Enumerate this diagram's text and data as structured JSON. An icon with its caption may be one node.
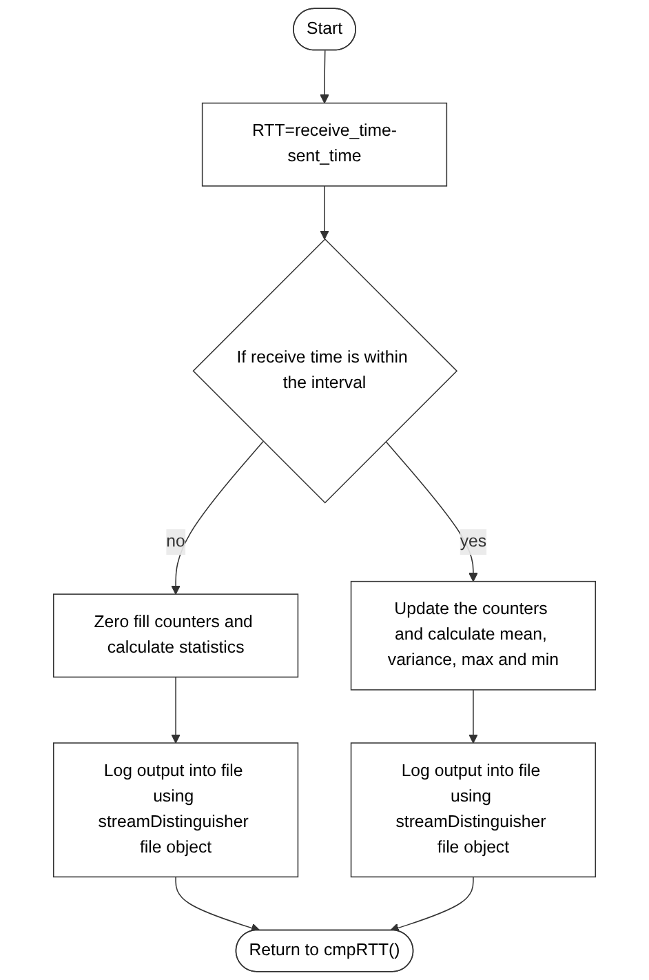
{
  "diagram": {
    "nodes": [
      {
        "text": [
          "Start"
        ]
      },
      {
        "text": [
          "RTT=receive_time-sent_time"
        ]
      },
      {
        "text": [
          "If receive time is within the interval"
        ]
      },
      {
        "text": [
          "Zero fill counters and calculate statistics"
        ]
      },
      {
        "text": [
          "Log output into file using streamDistinguisher file object"
        ]
      },
      {
        "text": [
          "Update the counters and calculate mean, variance, max and min"
        ]
      },
      {
        "text": [
          "Log output into file using streamDistinguisher file object"
        ]
      },
      {
        "text": [
          "Return to cmpRTT()"
        ]
      }
    ],
    "edges": [
      {
        "from": 0,
        "to": 1,
        "arrow": "to"
      },
      {
        "from": 1,
        "to": 2,
        "arrow": "to"
      },
      {
        "from": 2,
        "to": 3,
        "arrow": "to",
        "label": "no"
      },
      {
        "from": 2,
        "to": 5,
        "arrow": "to",
        "label": "yes"
      },
      {
        "from": 3,
        "to": 4,
        "arrow": "to"
      },
      {
        "from": 5,
        "to": 6,
        "arrow": "to"
      },
      {
        "from": 4,
        "to": 7,
        "arrow": "to"
      },
      {
        "from": 6,
        "to": 7,
        "arrow": "to"
      }
    ]
  }
}
